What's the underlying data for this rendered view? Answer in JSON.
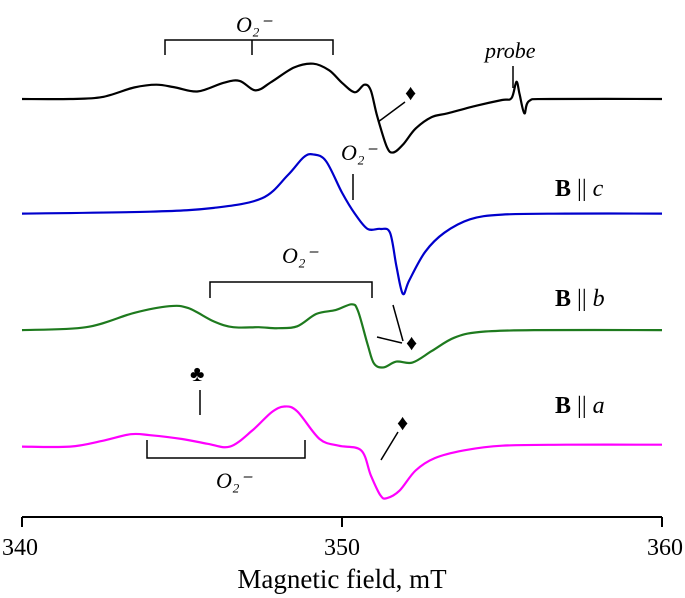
{
  "chart_data": {
    "type": "line",
    "title": "",
    "xlabel": "Magnetic field, mT",
    "ylabel": "",
    "xlim": [
      340,
      360
    ],
    "x_ticks": [
      340,
      350,
      360
    ],
    "x_tick_labels": [
      "340",
      "350",
      "360"
    ],
    "grid": false,
    "series": [
      {
        "key": "top",
        "color": "#000000",
        "offset": 0,
        "points": [
          [
            340,
            0
          ],
          [
            341.5,
            0
          ],
          [
            342.5,
            0.2
          ],
          [
            343.5,
            1.2
          ],
          [
            344.2,
            1.5
          ],
          [
            344.8,
            1.2
          ],
          [
            345.5,
            0.8
          ],
          [
            346.3,
            1.7
          ],
          [
            346.8,
            1.9
          ],
          [
            347.3,
            0.9
          ],
          [
            347.8,
            1.8
          ],
          [
            348.5,
            3.3
          ],
          [
            349.1,
            3.7
          ],
          [
            349.6,
            3.0
          ],
          [
            350.0,
            1.7
          ],
          [
            350.4,
            0.7
          ],
          [
            350.7,
            1.5
          ],
          [
            350.9,
            0.9
          ],
          [
            351.1,
            -1.8
          ],
          [
            351.4,
            -5.0
          ],
          [
            351.6,
            -5.6
          ],
          [
            351.9,
            -4.8
          ],
          [
            352.3,
            -3.1
          ],
          [
            352.8,
            -1.9
          ],
          [
            353.3,
            -1.5
          ],
          [
            354.2,
            -0.7
          ],
          [
            355.0,
            -0.1
          ],
          [
            355.3,
            0.1
          ],
          [
            355.45,
            1.8
          ],
          [
            355.55,
            0.5
          ],
          [
            355.7,
            -1.5
          ],
          [
            355.85,
            -0.2
          ],
          [
            356.5,
            0
          ],
          [
            360,
            0
          ]
        ]
      },
      {
        "key": "B_c",
        "color": "#0000cc",
        "offset": -12.0,
        "points": [
          [
            340,
            0
          ],
          [
            344,
            0.2
          ],
          [
            346,
            0.6
          ],
          [
            347.5,
            1.6
          ],
          [
            348.3,
            4.0
          ],
          [
            348.8,
            5.9
          ],
          [
            349.1,
            6.2
          ],
          [
            349.5,
            5.5
          ],
          [
            350.0,
            2.2
          ],
          [
            350.4,
            0.0
          ],
          [
            350.8,
            -1.6
          ],
          [
            351.2,
            -1.6
          ],
          [
            351.5,
            -2.0
          ],
          [
            351.7,
            -5.5
          ],
          [
            351.9,
            -8.4
          ],
          [
            352.1,
            -7.0
          ],
          [
            352.6,
            -4.0
          ],
          [
            353.2,
            -2.0
          ],
          [
            354.0,
            -0.6
          ],
          [
            355.0,
            -0.1
          ],
          [
            357,
            0
          ],
          [
            360,
            0
          ]
        ]
      },
      {
        "key": "B_b",
        "color": "#1e7a1e",
        "offset": -24.2,
        "points": [
          [
            340,
            0
          ],
          [
            342,
            0.3
          ],
          [
            343.5,
            1.8
          ],
          [
            344.6,
            2.5
          ],
          [
            345.2,
            2.3
          ],
          [
            346.0,
            0.9
          ],
          [
            346.6,
            0.3
          ],
          [
            347.4,
            0.3
          ],
          [
            348.0,
            0.2
          ],
          [
            348.6,
            0.4
          ],
          [
            349.2,
            1.7
          ],
          [
            349.8,
            2.1
          ],
          [
            350.3,
            2.7
          ],
          [
            350.5,
            2.0
          ],
          [
            350.8,
            -1.5
          ],
          [
            351.0,
            -3.5
          ],
          [
            351.3,
            -3.9
          ],
          [
            351.7,
            -3.3
          ],
          [
            352.2,
            -3.4
          ],
          [
            352.8,
            -2.2
          ],
          [
            353.5,
            -0.8
          ],
          [
            354.3,
            -0.2
          ],
          [
            356,
            0
          ],
          [
            360,
            0
          ]
        ]
      },
      {
        "key": "B_a",
        "color": "#ff00ff",
        "offset": -36.4,
        "points": [
          [
            340,
            0
          ],
          [
            341.5,
            0
          ],
          [
            342.5,
            0.6
          ],
          [
            343.4,
            1.3
          ],
          [
            344.0,
            1.2
          ],
          [
            345.0,
            0.8
          ],
          [
            345.8,
            0.3
          ],
          [
            346.5,
            0.0
          ],
          [
            347.2,
            1.7
          ],
          [
            347.8,
            3.6
          ],
          [
            348.2,
            4.2
          ],
          [
            348.6,
            3.7
          ],
          [
            349.3,
            0.8
          ],
          [
            349.9,
            0.1
          ],
          [
            350.6,
            -0.4
          ],
          [
            350.9,
            -3.0
          ],
          [
            351.2,
            -5.1
          ],
          [
            351.4,
            -5.4
          ],
          [
            351.8,
            -4.6
          ],
          [
            352.3,
            -2.5
          ],
          [
            352.9,
            -1.2
          ],
          [
            353.8,
            -0.4
          ],
          [
            355,
            0.1
          ],
          [
            357,
            0.2
          ],
          [
            360,
            0.2
          ]
        ]
      }
    ],
    "annotations": {
      "o2_label_top": "O₂⁻",
      "o2_label_c": "O₂⁻",
      "o2_label_b": "O₂⁻",
      "o2_label_a": "O₂⁻",
      "probe_label": "probe",
      "diamond_glyph": "♦",
      "club_glyph": "♣",
      "label_bc_bold": "B",
      "label_bc_sep": " || ",
      "label_bc_axis": "c",
      "label_bb_bold": "B",
      "label_bb_sep": " || ",
      "label_bb_axis": "b",
      "label_ba_bold": "B",
      "label_ba_sep": " || ",
      "label_ba_axis": "a"
    }
  }
}
